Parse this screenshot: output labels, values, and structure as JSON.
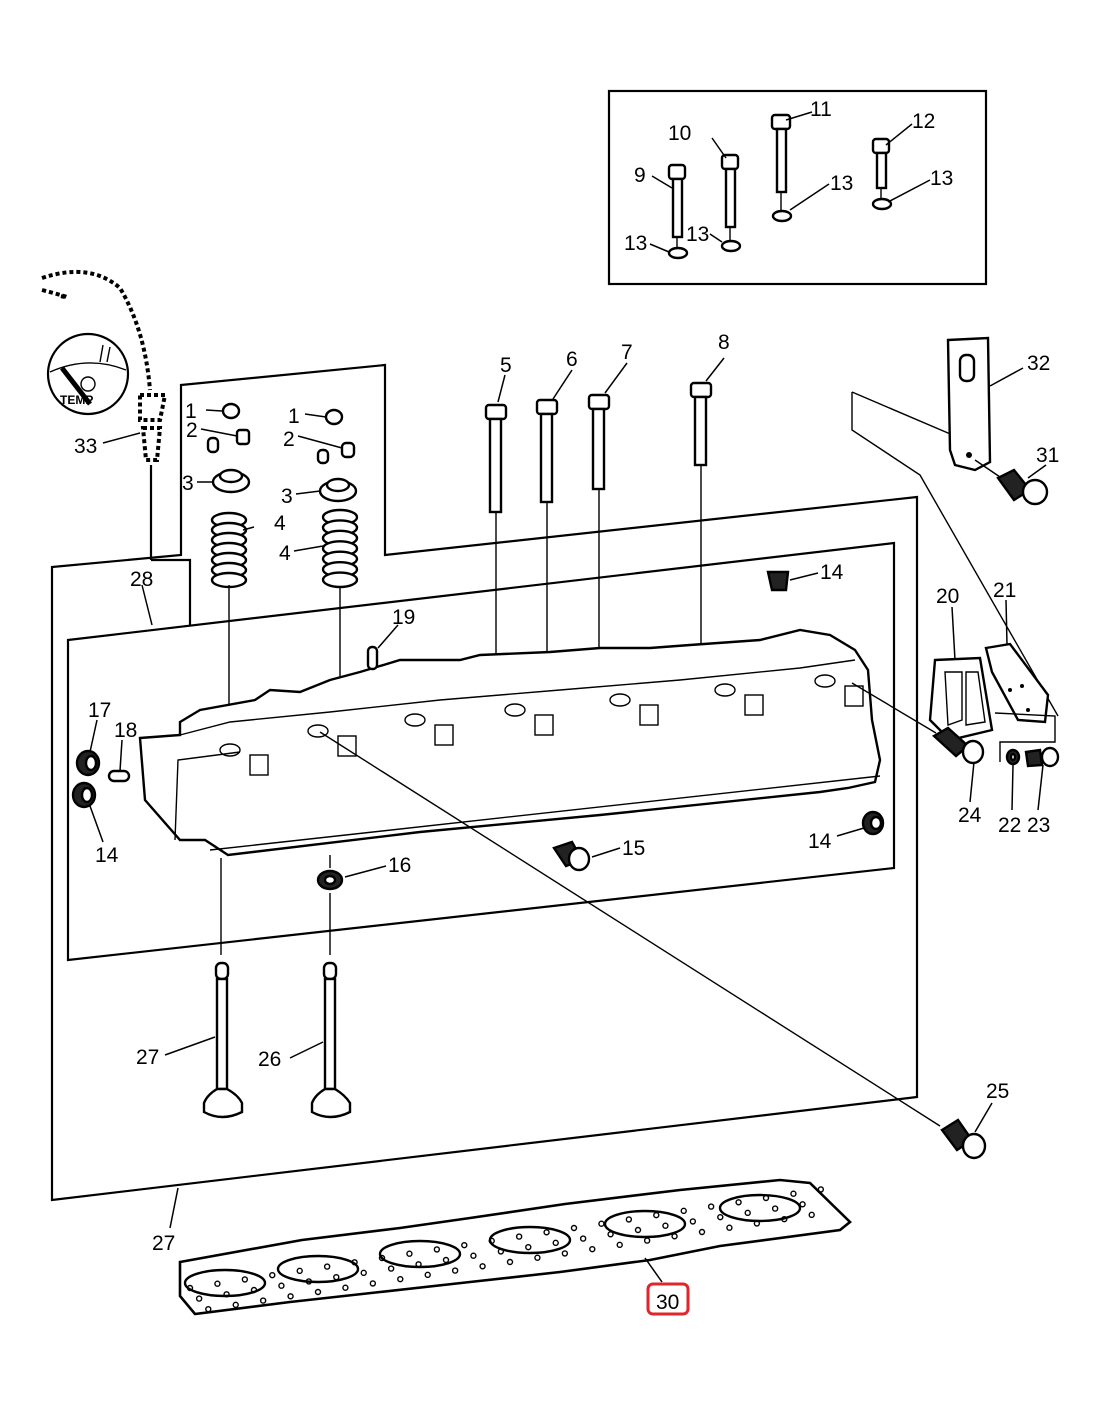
{
  "diagram": {
    "title": "Cylinder head exploded parts diagram",
    "highlight_color": "#e0262b",
    "highlighted_part": "30",
    "gauge_text": "TEMP",
    "labels": {
      "p1a": "1",
      "p1b": "1",
      "p2a": "2",
      "p2b": "2",
      "p3a": "3",
      "p3b": "3",
      "p4a": "4",
      "p4b": "4",
      "p5": "5",
      "p6": "6",
      "p7": "7",
      "p8": "8",
      "p9": "9",
      "p10": "10",
      "p11": "11",
      "p12": "12",
      "p13a": "13",
      "p13b": "13",
      "p13c": "13",
      "p13d": "13",
      "p14a": "14",
      "p14b": "14",
      "p14c": "14",
      "p15": "15",
      "p16": "16",
      "p17": "17",
      "p18": "18",
      "p19": "19",
      "p20": "20",
      "p21": "21",
      "p22": "22",
      "p23": "23",
      "p24": "24",
      "p25": "25",
      "p26": "26",
      "p27a": "27",
      "p27b": "27",
      "p28": "28",
      "p30": "30",
      "p31": "31",
      "p32": "32",
      "p33": "33"
    }
  }
}
